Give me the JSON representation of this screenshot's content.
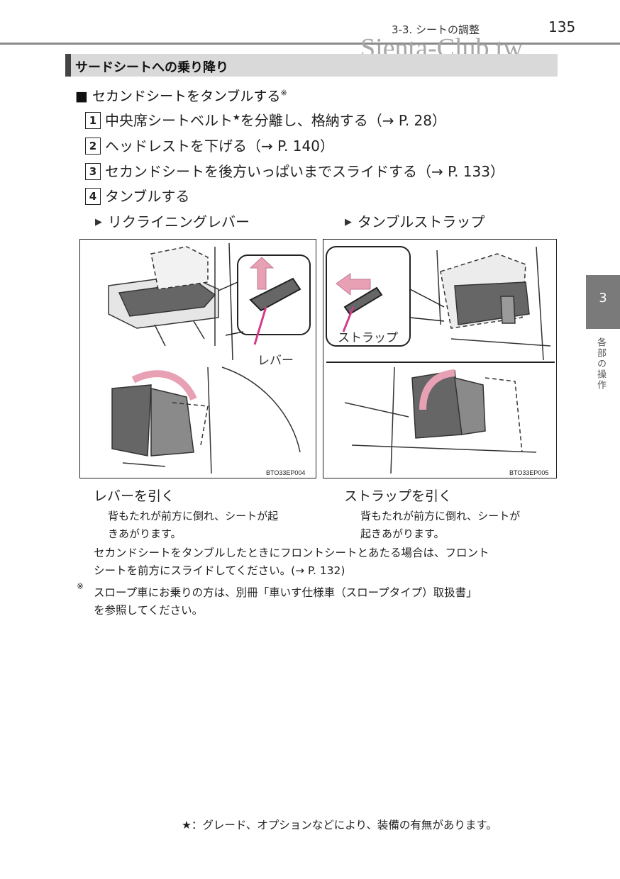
{
  "header": {
    "chapter": "3-3. シートの調整",
    "page_number": "135",
    "watermark": "Sienta-Club.tw"
  },
  "section": {
    "title": "サードシートへの乗り降り"
  },
  "side_tab": {
    "number": "3",
    "label": "各部の操作"
  },
  "heading": {
    "text": "■ セカンドシートをタンブルする",
    "mark": "※"
  },
  "steps": [
    {
      "num": "1",
      "text": "中央席シートベルト",
      "star": "★",
      "text2": "を分離し、格納する（→ P. 28）"
    },
    {
      "num": "2",
      "text": "ヘッドレストを下げる（→ P. 140）"
    },
    {
      "num": "3",
      "text": "セカンドシートを後方いっぱいまでスライドする（→ P. 133）"
    },
    {
      "num": "4",
      "text": "タンブルする"
    }
  ],
  "options": [
    {
      "marker": "▶",
      "label": "リクライニングレバー"
    },
    {
      "marker": "▶",
      "label": "タンブルストラップ"
    }
  ],
  "figures": [
    {
      "code": "BTO33EP004",
      "label": "レバー"
    },
    {
      "code": "BTO33EP005",
      "label": "ストラップ"
    }
  ],
  "captions": [
    {
      "title": "レバーを引く",
      "line1": "背もたれが前方に倒れ、シートが起",
      "line2": "きあがります。"
    },
    {
      "title": "ストラップを引く",
      "line1": "背もたれが前方に倒れ、シートが",
      "line2": "起きあがります。"
    }
  ],
  "note": {
    "line1": "セカンドシートをタンブルしたときにフロントシートとあたる場合は、フロント",
    "line2": "シートを前方にスライドしてください。(→ P. 132)"
  },
  "footnote": {
    "mark": "※",
    "line1": "スロープ車にお乗りの方は、別冊「車いす仕様車（スロープタイプ）取扱書」",
    "line2": "を参照してください。"
  },
  "legend": {
    "star": "★",
    "text": "：グレード、オプションなどにより、装備の有無があります。"
  },
  "colors": {
    "accent_arrow": "#e8a0b4",
    "lever_arrow": "#d23a8a",
    "seat_gray": "#555555"
  }
}
